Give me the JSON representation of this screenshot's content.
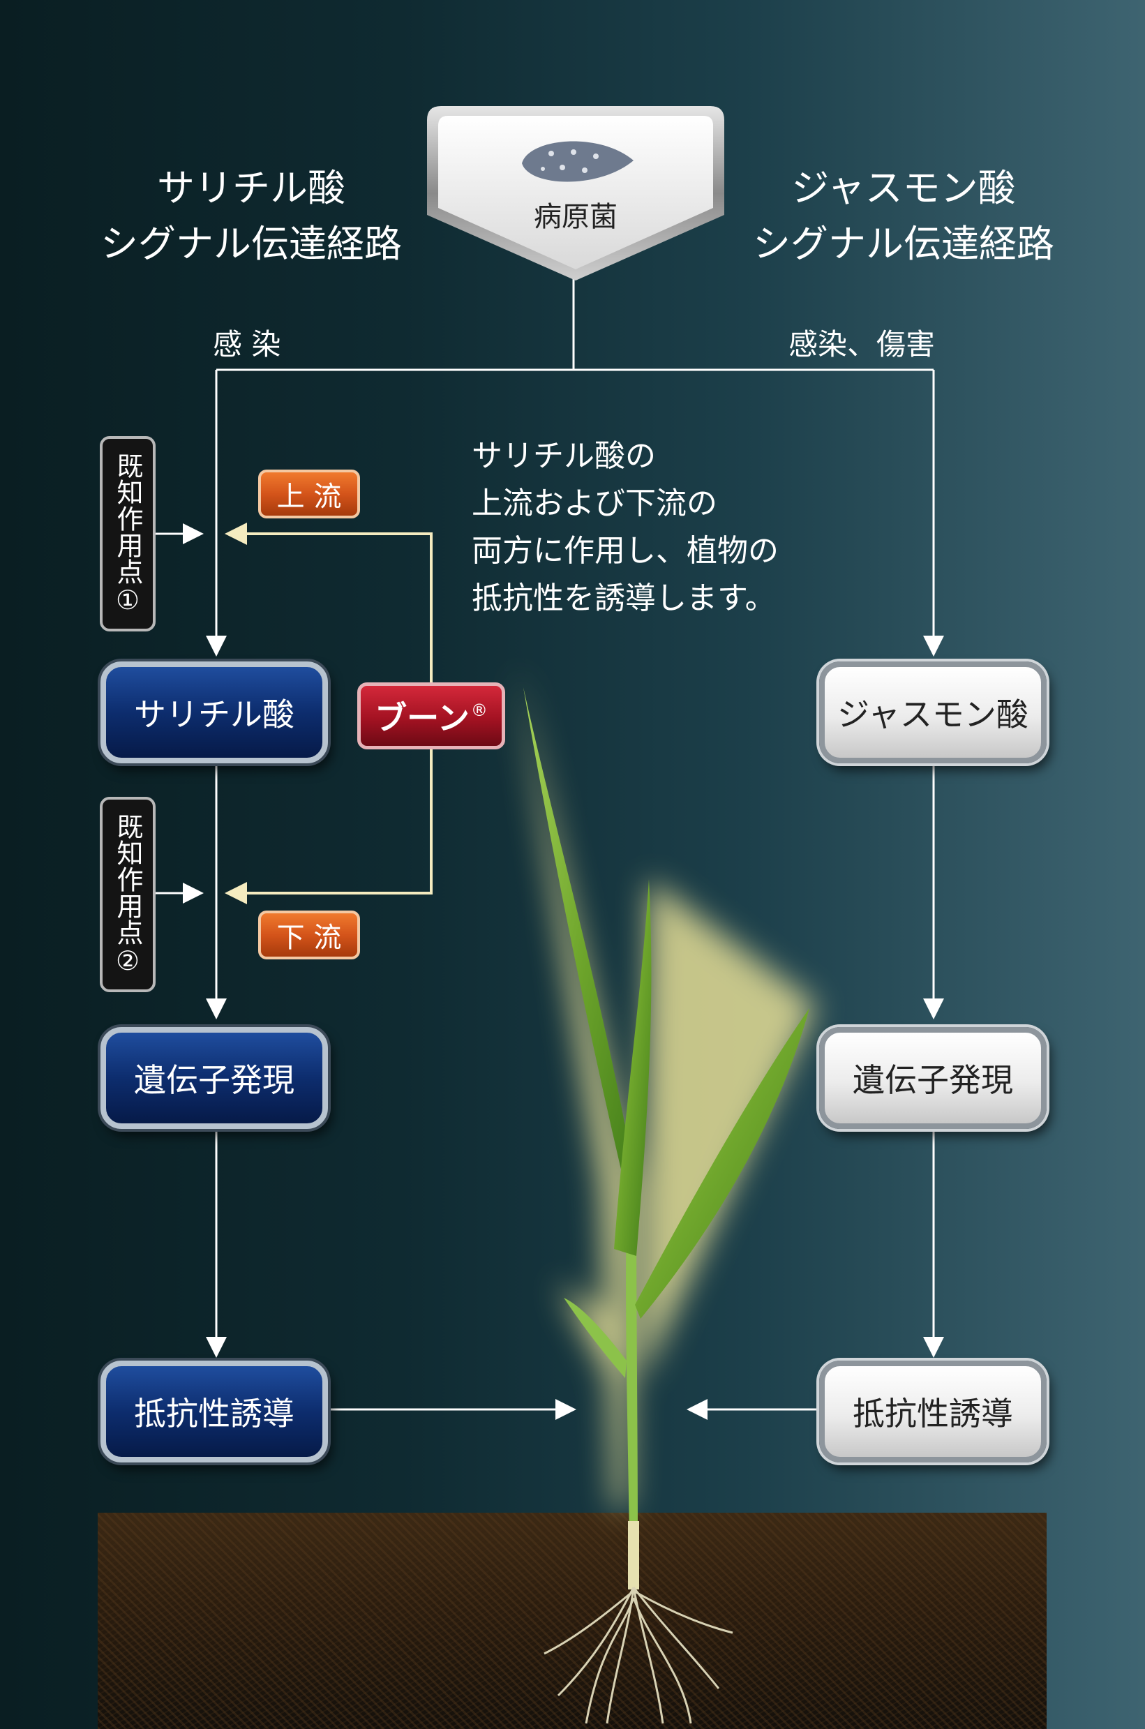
{
  "header": {
    "left_title": [
      "サリチル酸",
      "シグナル伝達経路"
    ],
    "right_title": [
      "ジャスモン酸",
      "シグナル伝達経路"
    ],
    "pathogen_label": "病原菌"
  },
  "paths": {
    "left_trigger": "感 染",
    "right_trigger": "感染、傷害"
  },
  "description": [
    "サリチル酸の",
    "上流および下流の",
    "両方に作用し、植物の",
    "抵抗性を誘導します。"
  ],
  "known_points": {
    "point1": "既知作用点①",
    "point2": "既知作用点②"
  },
  "tags": {
    "upstream": "上 流",
    "downstream": "下 流",
    "brand": "ブーン",
    "brand_mark": "®"
  },
  "left_column": {
    "box1": "サリチル酸",
    "box2": "遺伝子発現",
    "box3": "抵抗性誘導"
  },
  "right_column": {
    "box1": "ジャスモン酸",
    "box2": "遺伝子発現",
    "box3": "抵抗性誘導"
  },
  "colors": {
    "blue_box": "#0d2d6e",
    "white_box": "#ececec",
    "orange_tag": "#d4541a",
    "brand_red": "#a31222",
    "plant_green": "#7fb33a",
    "cream_arrow": "#f5ecc0"
  }
}
